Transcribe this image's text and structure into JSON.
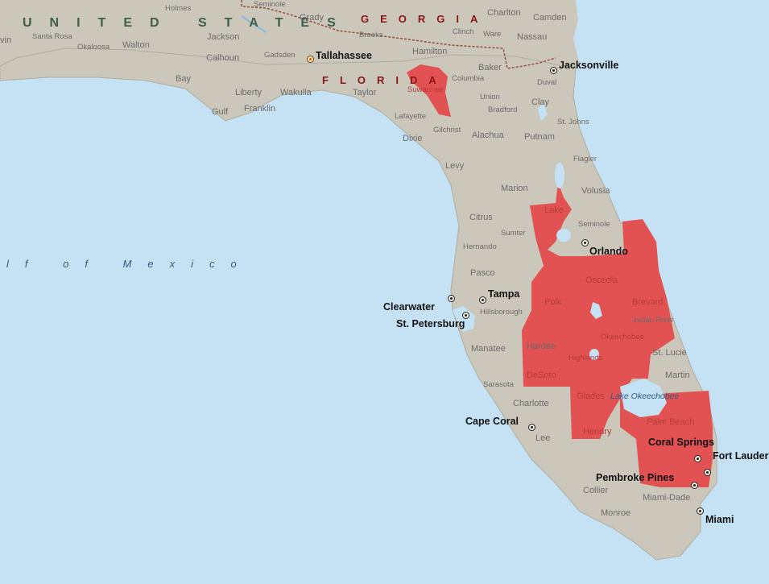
{
  "map": {
    "colors": {
      "water": "#c5e2f5",
      "land": "#cbc8bb",
      "highlight": "#e35252",
      "border": "#9a4a3a"
    },
    "country": "UNITED STATES",
    "states": {
      "georgia": "GEORGIA",
      "florida": "FLORIDA"
    },
    "water": {
      "gulf": "lf of Mexico",
      "lake": "Lake Okeechobee"
    },
    "cities": {
      "tallahassee": "Tallahassee",
      "jacksonville": "Jacksonville",
      "orlando": "Orlando",
      "tampa": "Tampa",
      "clearwater": "Clearwater",
      "st_petersburg": "St. Petersburg",
      "cape_coral": "Cape Coral",
      "coral_springs": "Coral Springs",
      "fort_lauderdale": "Fort Lauderdal",
      "pembroke_pines": "Pembroke Pines",
      "miami": "Miami"
    },
    "counties": {
      "holmes": "Holmes",
      "seminole_ga": "Seminole",
      "grady": "Grady",
      "charlton": "Charlton",
      "camden": "Camden",
      "winton": "vin",
      "santa_rosa": "Santa Rosa",
      "okaloosa": "Okaloosa",
      "walton": "Walton",
      "jackson": "Jackson",
      "brooks": "Brooks",
      "clinch": "Clinch",
      "ware": "Ware",
      "nassau": "Nassau",
      "calhoun": "Calhoun",
      "gadsden": "Gadsden",
      "hamilton": "Hamilton",
      "baker": "Baker",
      "bay": "Bay",
      "columbia": "Columbia",
      "duval": "Duval",
      "liberty": "Liberty",
      "wakulla": "Wakulla",
      "taylor": "Taylor",
      "suwannee": "Suwannee",
      "union": "Union",
      "bradford": "Bradford",
      "clay": "Clay",
      "gulf": "Gulf",
      "franklin": "Franklin",
      "lafayette": "Lafayette",
      "st_johns": "St. Johns",
      "gilchrist": "Gilchrist",
      "alachua": "Alachua",
      "putnam": "Putnam",
      "dixie": "Dixie",
      "flagler": "Flagler",
      "levy": "Levy",
      "marion": "Marion",
      "volusia": "Volusia",
      "lake": "Lake",
      "citrus": "Citrus",
      "seminole": "Seminole",
      "sumter": "Sumter",
      "hernando": "Hernando",
      "pasco": "Pasco",
      "osceola": "Osceola",
      "hillsborough": "Hillsborough",
      "polk": "Polk",
      "brevard": "Brevard",
      "indian_river": "Indian River",
      "okeechobee": "Okeechobee",
      "manatee": "Manatee",
      "hardee": "Hardee",
      "highlands": "Highlands",
      "st_lucie": "St. Lucie",
      "desoto": "DeSoto",
      "martin": "Martin",
      "sarasota": "Sarasota",
      "charlotte": "Charlotte",
      "glades": "Glades",
      "palm_beach": "Palm Beach",
      "lee": "Lee",
      "hendry": "Hendry",
      "collier": "Collier",
      "miami_dade": "Miami-Dade",
      "monroe": "Monroe"
    }
  }
}
